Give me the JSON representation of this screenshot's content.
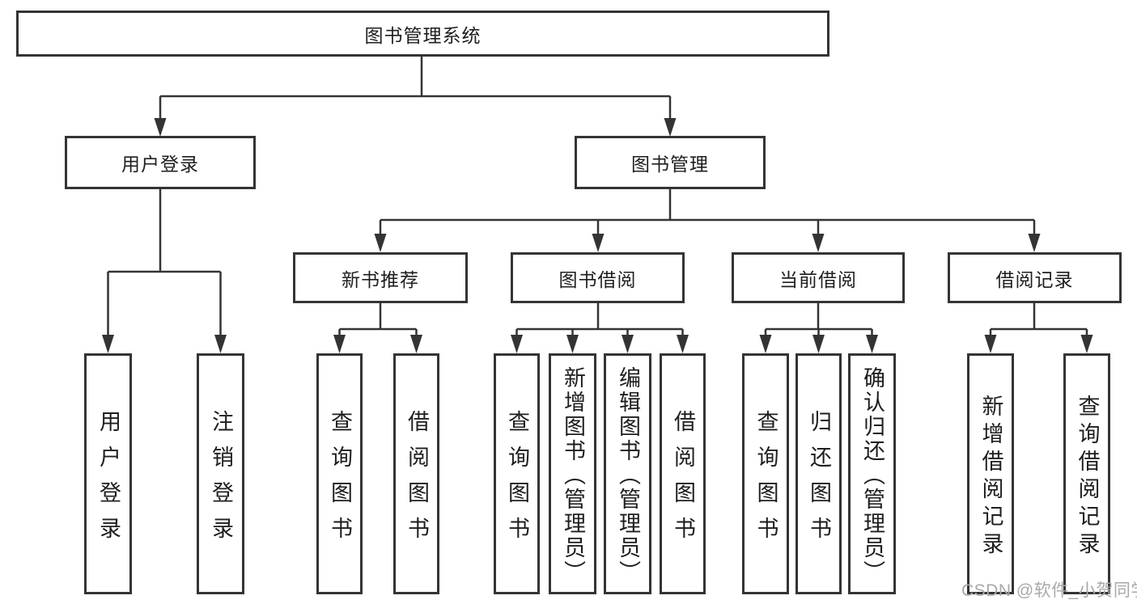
{
  "nodes": {
    "root": "图书管理系统",
    "user_login": "用户登录",
    "book_mgmt": "图书管理",
    "new_book": "新书推荐",
    "book_borrow": "图书借阅",
    "current_borrow": "当前借阅",
    "borrow_record": "借阅记录",
    "leaves": {
      "user_login_1": "用户登录",
      "user_login_2": "注销登录",
      "new_book_1": "查询图书",
      "new_book_2": "借阅图书",
      "borrow_1": "查询图书",
      "borrow_2": "新增图书（管理员）",
      "borrow_3": "编辑图书（管理员）",
      "borrow_4": "借阅图书",
      "current_1": "查询图书",
      "current_2": "归还图书",
      "current_3": "确认归还（管理员）",
      "record_1": "新增借阅记录",
      "record_2": "查询借阅记录"
    }
  },
  "watermark": "CSDN @软件_小贺同学",
  "colors": {
    "line": "#343434",
    "text": "#1e1e1e",
    "watermark": "#a9a9a9",
    "background": "#ffffff"
  }
}
